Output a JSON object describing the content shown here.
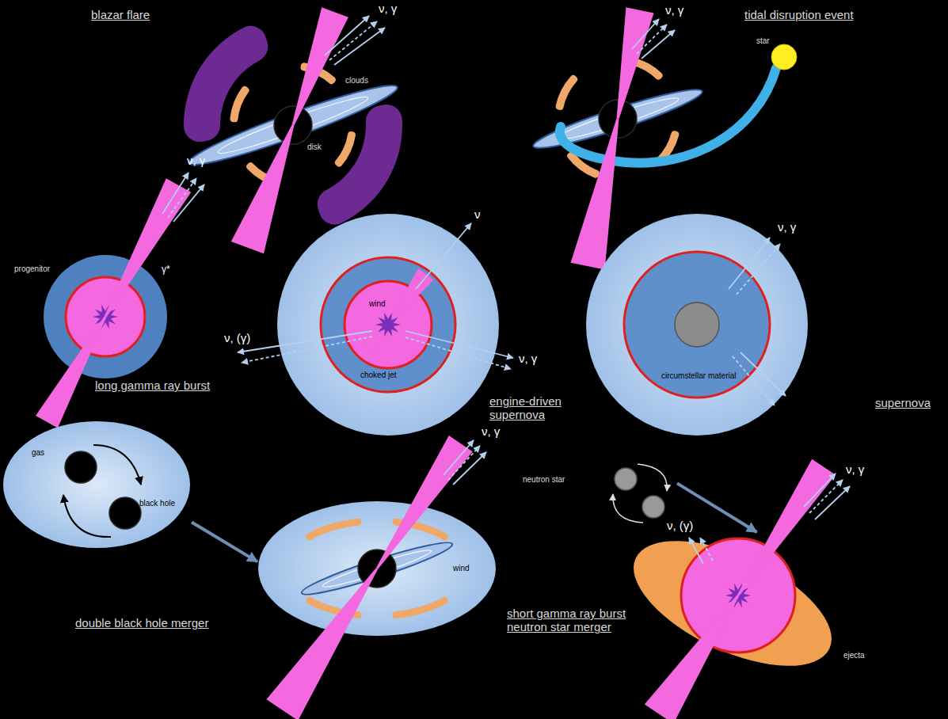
{
  "diagram": {
    "nodes": [
      {
        "text": [
          "gas",
          "black hole"
        ]
      },
      {
        "text": [
          "wind"
        ]
      },
      {
        "text": [
          "neutron star"
        ]
      },
      {
        "text": [
          "ejecta"
        ]
      }
    ],
    "edges": [
      {
        "from": 0,
        "to": 1,
        "arrow": "to"
      },
      {
        "from": 2,
        "to": 3,
        "arrow": "to"
      }
    ],
    "labels": [
      "blazar flare",
      "ν, γ",
      "clouds",
      "disk",
      "tidal disruption event",
      "ν, γ",
      "star",
      "progenitor",
      "γ*",
      "ν, γ",
      "long gamma ray burst",
      "ν",
      "wind",
      "ν, (γ)",
      "ν, γ",
      "choked jet",
      "engine-driven supernova",
      "ν, γ",
      "circumstellar material",
      "supernova",
      "ν, γ",
      "double black hole merger",
      "ν, (γ)",
      "ν, γ",
      "short gamma ray burst neutron star merger"
    ]
  }
}
